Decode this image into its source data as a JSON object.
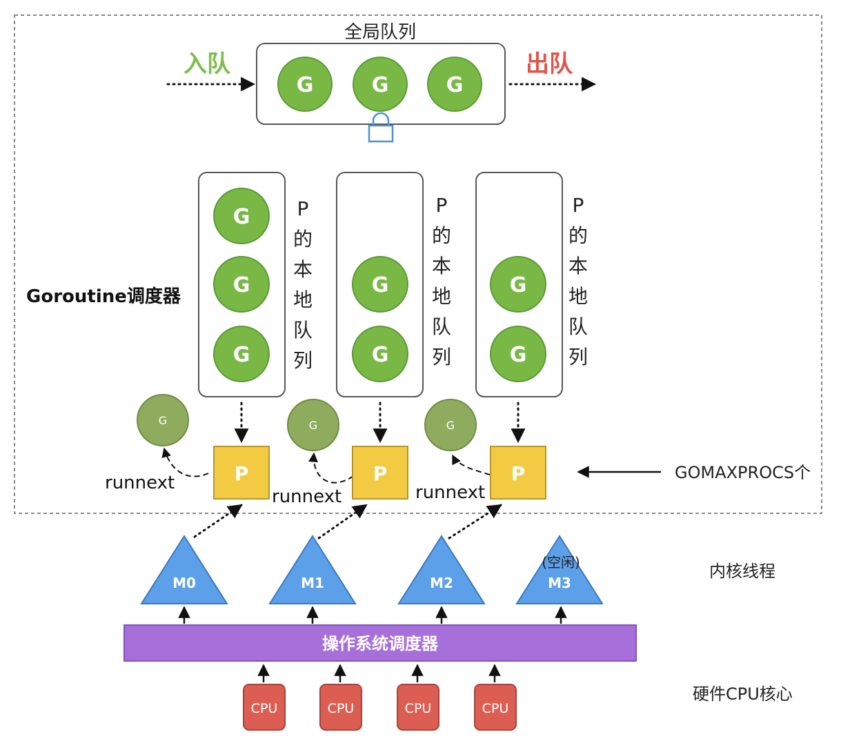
{
  "global_queue": {
    "title": "全局队列",
    "enqueue_label": "入队",
    "dequeue_label": "出队",
    "goroutines": [
      "G",
      "G",
      "G"
    ]
  },
  "scheduler_label": "Goroutine调度器",
  "local_queue_label_chars": [
    "P",
    "的",
    "本",
    "地",
    "队",
    "列"
  ],
  "processors": [
    {
      "p_label": "P",
      "goroutines": [
        "G",
        "G",
        "G"
      ],
      "runnext_g": "G",
      "runnext_label": "runnext"
    },
    {
      "p_label": "P",
      "goroutines": [
        "G",
        "G"
      ],
      "runnext_g": "G",
      "runnext_label": "runnext"
    },
    {
      "p_label": "P",
      "goroutines": [
        "G",
        "G"
      ],
      "runnext_g": "G",
      "runnext_label": "runnext"
    }
  ],
  "gomaxprocs_label": "GOMAXPROCS个",
  "machines": [
    {
      "label": "M0",
      "note": ""
    },
    {
      "label": "M1",
      "note": ""
    },
    {
      "label": "M2",
      "note": ""
    },
    {
      "label": "M3",
      "note": "(空闲)"
    }
  ],
  "kernel_threads_label": "内核线程",
  "os_scheduler_label": "操作系统调度器",
  "cpus": [
    "CPU",
    "CPU",
    "CPU",
    "CPU"
  ],
  "hardware_label": "硬件CPU核心",
  "colors": {
    "goroutine": "#79b845",
    "goroutine_stroke": "#5a9a35",
    "runnext_g": "#8fab5e",
    "processor": "#f2cb43",
    "machine": "#5ca0e9",
    "os_bar": "#a66fd9",
    "cpu": "#dc5e52",
    "enqueue": "#7cbf4b",
    "dequeue": "#e0554a",
    "lock": "#4a90d9"
  }
}
